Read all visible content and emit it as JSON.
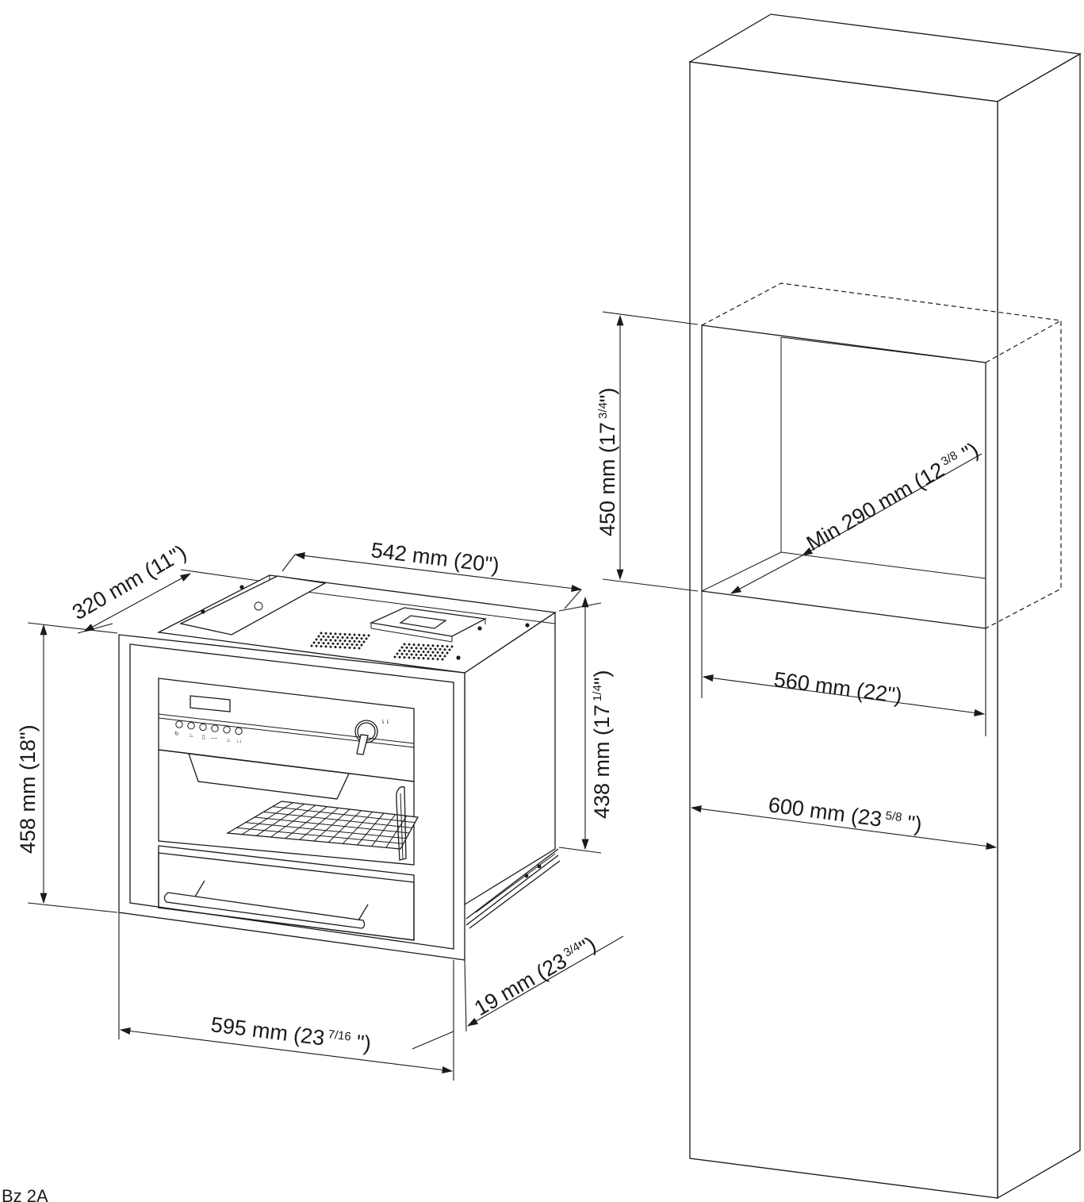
{
  "labels": {
    "top_width": "542 mm (20\")",
    "side_depth": "320 mm (11\")",
    "front_height": "458 mm (18\")",
    "body_height_main": "438 mm (17",
    "body_height_frac": "1/4",
    "body_height_close": "\")",
    "front_width_main": "595 mm (23",
    "front_width_frac": "7/16",
    "front_width_close": " \")",
    "panel_depth_main": "19 mm (23",
    "panel_depth_frac": "3/4",
    "panel_depth_close": "\")",
    "niche_height_main": "450 mm (17",
    "niche_height_frac": "3/4",
    "niche_height_close": "\")",
    "niche_depth_main": "Min 290 mm (12",
    "niche_depth_frac": "3/8",
    "niche_depth_close": " \")",
    "niche_width": "560 mm (22\")",
    "cabinet_width_main": "600 mm (23",
    "cabinet_width_frac": "5/8",
    "cabinet_width_close": " \")"
  },
  "figure_id": "Bz 2A"
}
